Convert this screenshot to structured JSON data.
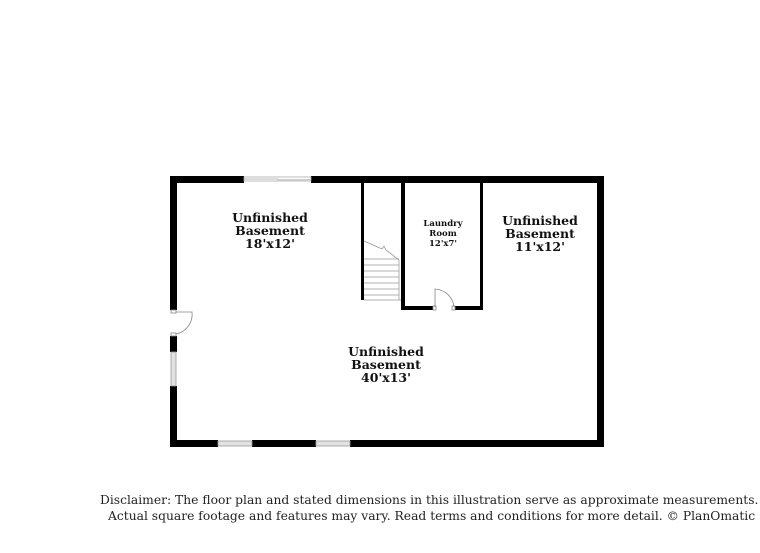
{
  "floor_plan": {
    "rooms": [
      {
        "id": "basement-nw",
        "name_line1": "Unfinished",
        "name_line2": "Basement",
        "dimensions": "18'x12'"
      },
      {
        "id": "laundry",
        "name_line1": "Laundry",
        "name_line2": "Room",
        "dimensions": "12'x7'"
      },
      {
        "id": "basement-ne",
        "name_line1": "Unfinished",
        "name_line2": "Basement",
        "dimensions": "11'x12'"
      },
      {
        "id": "basement-main",
        "name_line1": "Unfinished",
        "name_line2": "Basement",
        "dimensions": "40'x13'"
      }
    ],
    "colors": {
      "wall": "#000000",
      "window": "#d8d8d8",
      "fixture_line": "#999999",
      "background": "#ffffff"
    }
  },
  "disclaimer": {
    "line1": "Disclaimer: The floor plan and stated dimensions in this illustration serve as approximate measurements.",
    "line2": "Actual square footage and features may vary. Read terms and conditions for more detail. © PlanOmatic"
  }
}
